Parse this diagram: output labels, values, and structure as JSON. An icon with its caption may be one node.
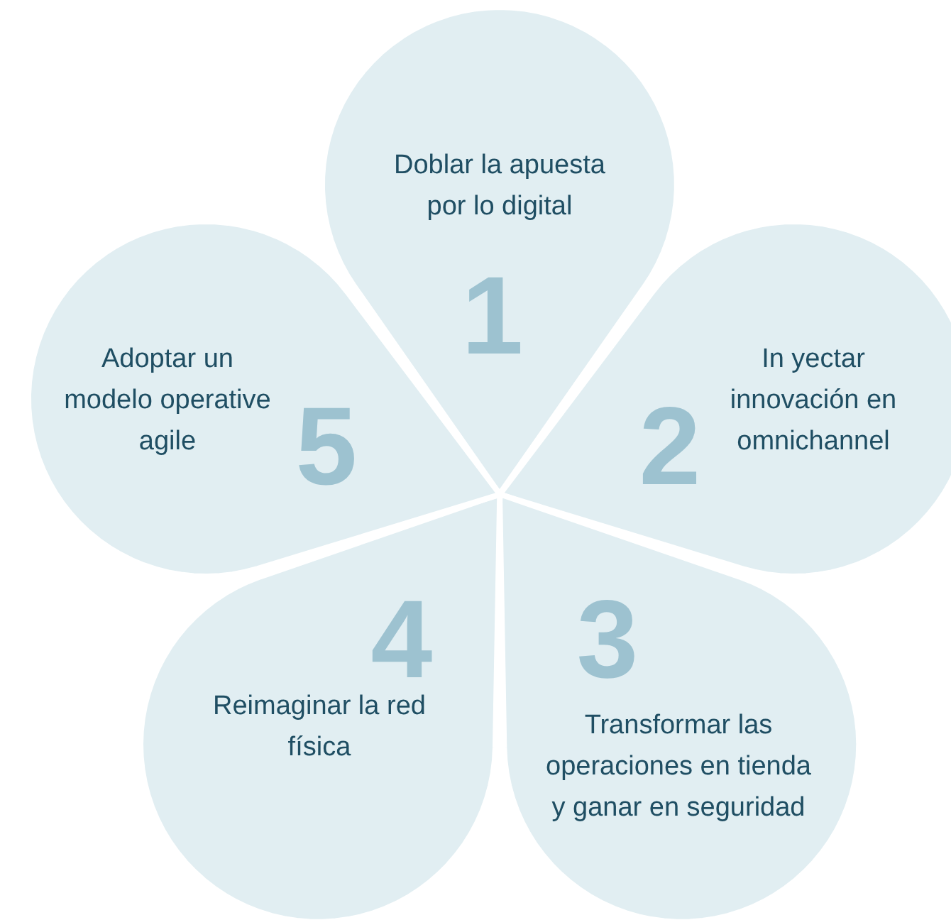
{
  "diagram": {
    "nodes": [
      {
        "text": [
          "Doblar la apuesta por lo digital",
          "1"
        ]
      },
      {
        "text": [
          "In yectar innovación en omnichannel",
          "2"
        ]
      },
      {
        "text": [
          "3",
          "Transformar las operaciones en tienda y ganar en seguridad"
        ]
      },
      {
        "text": [
          "4",
          "Reimaginar la red física"
        ]
      },
      {
        "text": [
          "Adoptar un modelo operative agile",
          "5"
        ]
      }
    ]
  }
}
